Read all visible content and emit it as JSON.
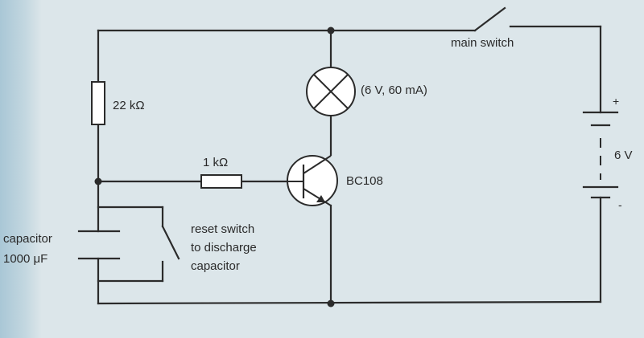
{
  "labels": {
    "main_switch": "main switch",
    "r_top": "22 kΩ",
    "r_base": "1 kΩ",
    "lamp": "(6 V, 60 mA)",
    "transistor": "BC108",
    "battery_voltage": "6 V",
    "battery_plus": "+",
    "battery_minus": "-",
    "capacitor_line1": "capacitor",
    "capacitor_line2": "1000 μF",
    "reset_line1": "reset switch",
    "reset_line2": "to discharge",
    "reset_line3": "capacitor"
  }
}
